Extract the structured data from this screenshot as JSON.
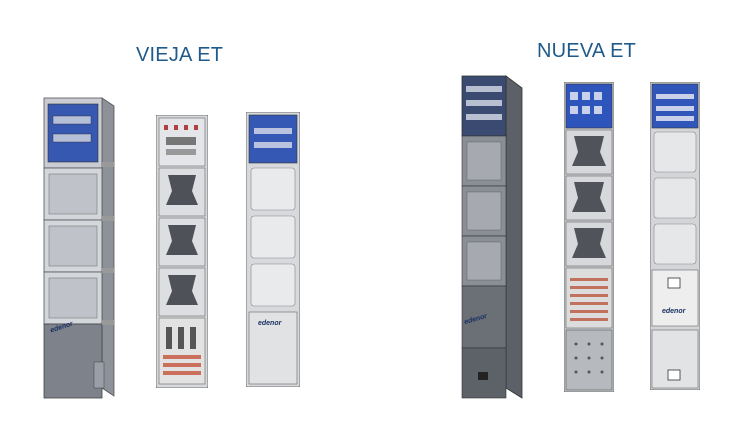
{
  "headings": {
    "old": "VIEJA ET",
    "new": "NUEVA ET"
  },
  "brand": {
    "logo_text": "edenor"
  },
  "colors": {
    "heading": "#1f5a8c",
    "panel_blue": "#2e56b8",
    "cabinet_gray": "#c8cbd0",
    "cabinet_dark": "#6c7078"
  }
}
